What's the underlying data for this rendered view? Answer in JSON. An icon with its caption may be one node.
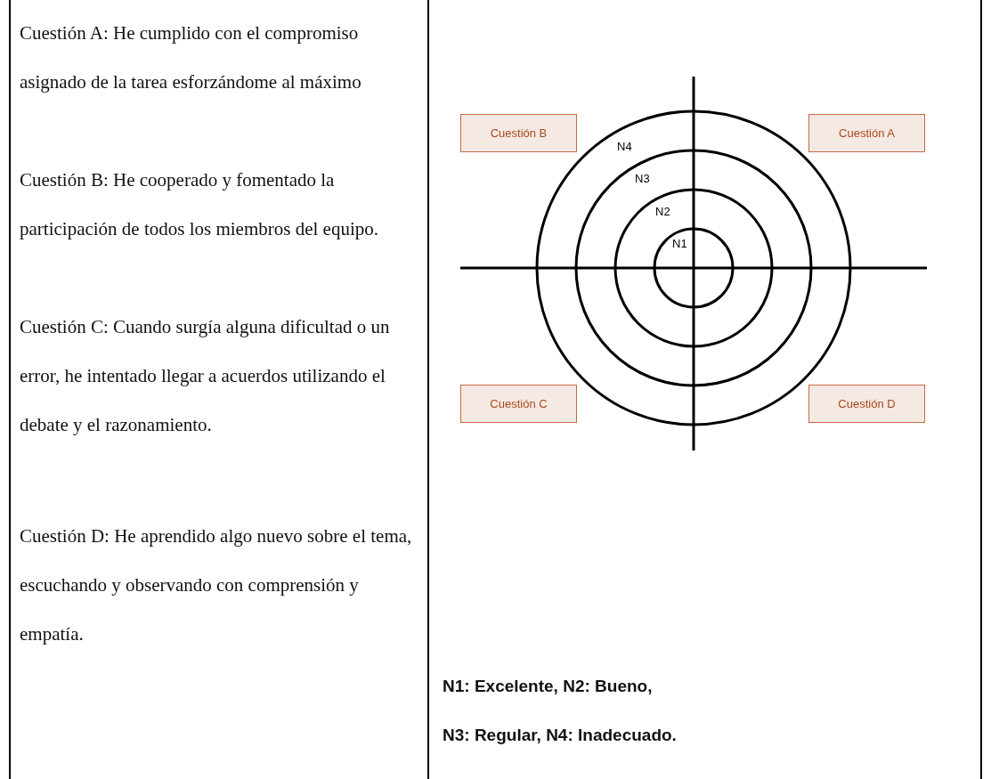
{
  "diagram": {
    "nodes": [
      {
        "text": [
          "Cuestión B"
        ]
      },
      {
        "text": [
          "Cuestión A"
        ]
      },
      {
        "text": [
          "Cuestión C"
        ]
      },
      {
        "text": [
          "Cuestión D"
        ]
      }
    ],
    "labels": [
      "Cuestión A: He cumplido con el compromiso asignado de la tarea esforzándome al máximo",
      "Cuestión B: He cooperado y fomentado la participación de todos los miembros del equipo.",
      "Cuestión C: Cuando surgía alguna dificultad o un error, he intentado llegar a acuerdos utilizando el debate y el razonamiento.",
      "Cuestión D: He aprendido algo nuevo sobre el tema, escuchando y observando con comprensión y empatía.",
      "N4",
      "N3",
      "N2",
      "N1",
      "N1: Excelente, N2: Bueno,",
      "N3: Regular, N4: Inadecuado."
    ]
  }
}
